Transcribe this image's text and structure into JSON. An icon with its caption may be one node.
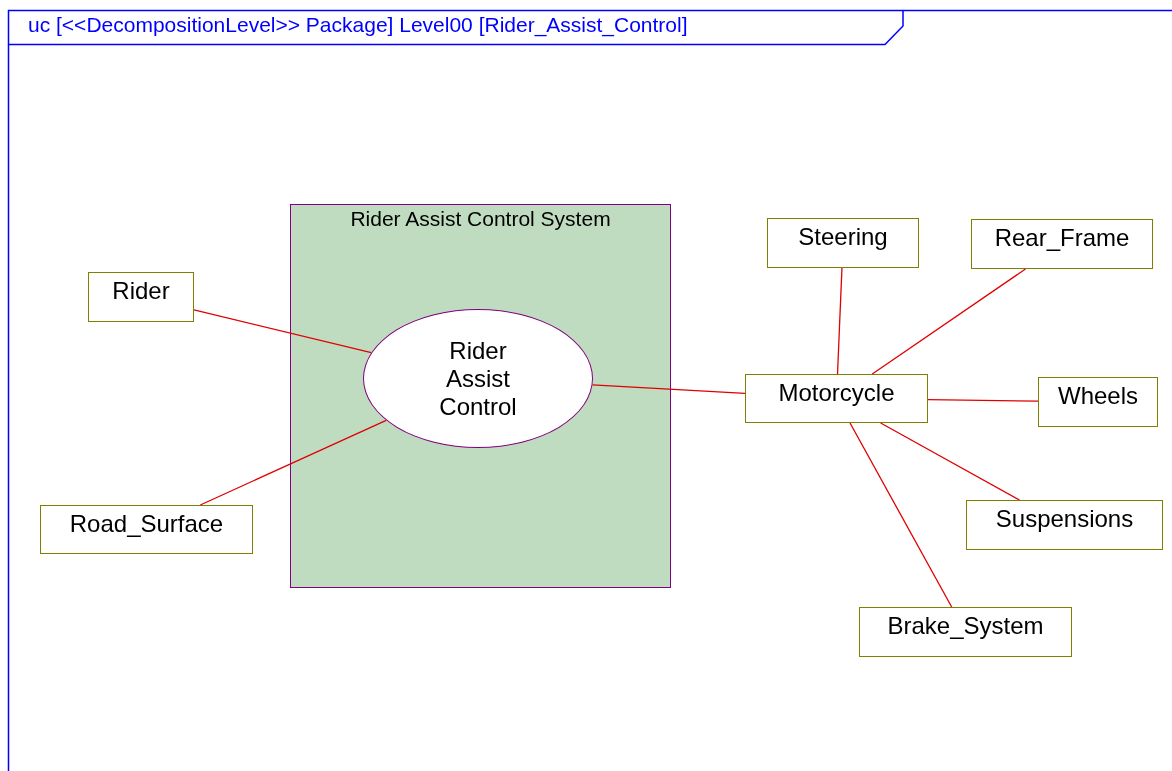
{
  "diagram": {
    "title": "uc [<<DecompositionLevel>> Package] Level00 [Rider_Assist_Control]",
    "nodes": [
      {
        "text": [
          "Rider Assist Control System"
        ]
      },
      {
        "text": [
          "Rider Assist Control"
        ],
        "in": 0
      },
      {
        "text": [
          "Steering"
        ]
      },
      {
        "text": [
          "Rear_Frame"
        ]
      },
      {
        "text": [
          "Rider"
        ]
      },
      {
        "text": [
          "Motorcycle"
        ]
      },
      {
        "text": [
          "Wheels"
        ]
      },
      {
        "text": [
          "Suspensions"
        ]
      },
      {
        "text": [
          "Road_Surface"
        ]
      },
      {
        "text": [
          "Brake_System"
        ]
      }
    ],
    "edges": [
      {
        "from": 4,
        "to": 1,
        "arrow": "none"
      },
      {
        "from": 8,
        "to": 1,
        "arrow": "none"
      },
      {
        "from": 1,
        "to": 5,
        "arrow": "none"
      },
      {
        "from": 5,
        "to": 2,
        "arrow": "none"
      },
      {
        "from": 5,
        "to": 3,
        "arrow": "none"
      },
      {
        "from": 5,
        "to": 6,
        "arrow": "none"
      },
      {
        "from": 5,
        "to": 7,
        "arrow": "none"
      },
      {
        "from": 5,
        "to": 9,
        "arrow": "none"
      }
    ]
  }
}
